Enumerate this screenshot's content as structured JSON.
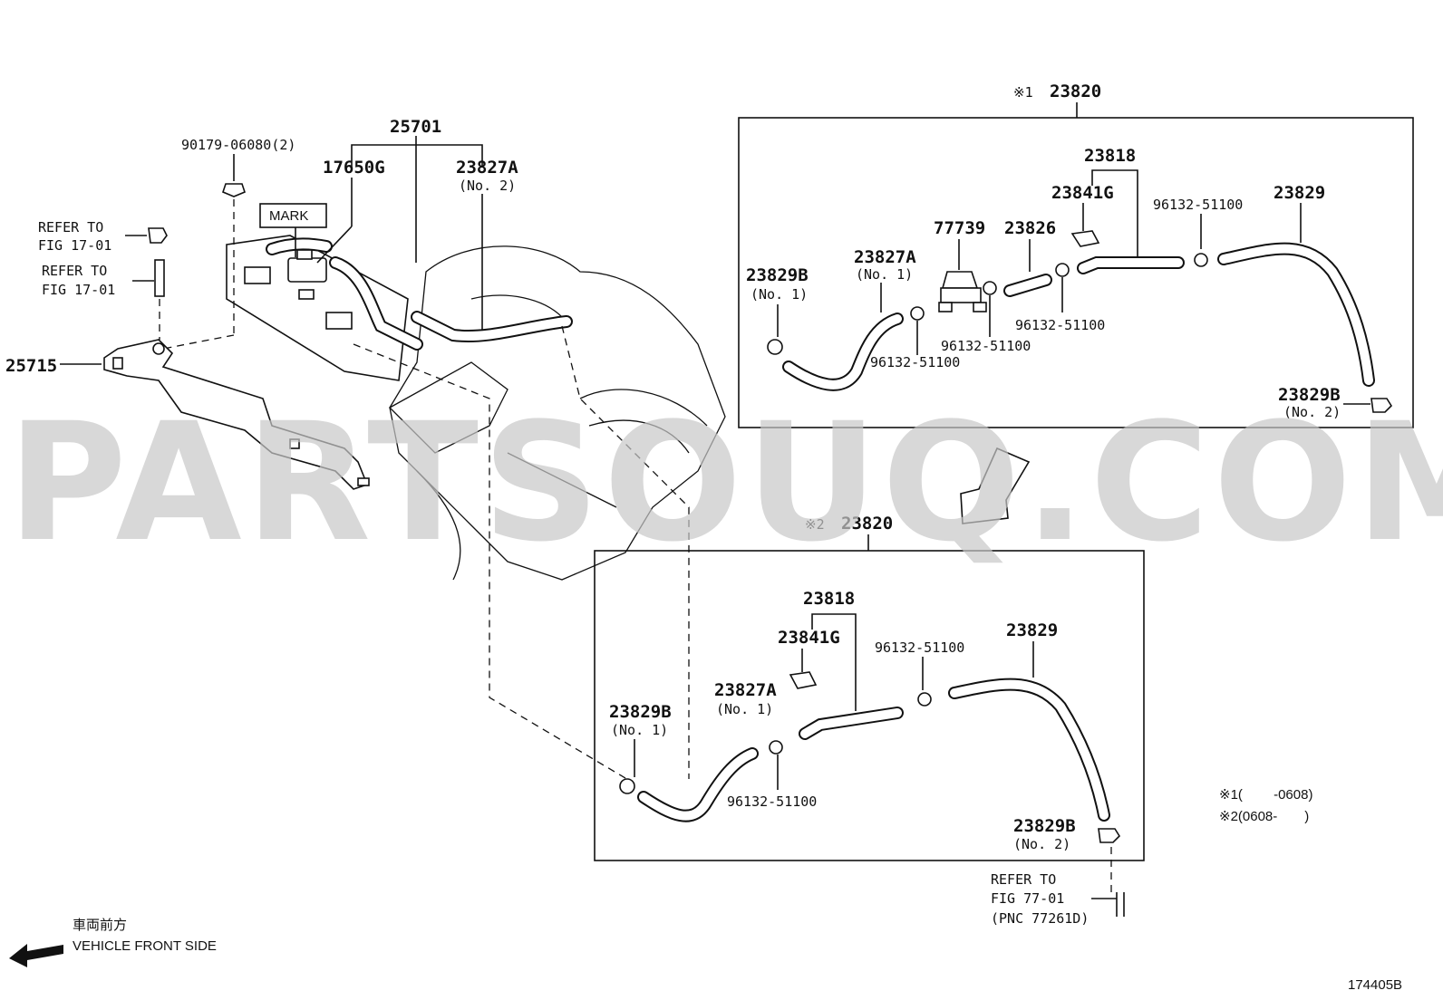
{
  "watermark": "PARTSOUQ.COM",
  "diagram_id": "174405B",
  "vehicle_front": {
    "label_jp": "車両前方",
    "label_en": "VEHICLE FRONT SIDE"
  },
  "notes": {
    "note1": "※1(　　 -0608)",
    "note2": "※2(0608-　　)"
  },
  "left_group": {
    "p25701": "25701",
    "p90179": "90179-06080(2)",
    "p17650g": "17650G",
    "p23827a": "23827A",
    "p23827a_sub": "(No. 2)",
    "mark": "MARK",
    "refer1_line1": "REFER TO",
    "refer1_line2": "FIG 17-01",
    "refer2_line1": "REFER TO",
    "refer2_line2": "FIG 17-01",
    "p25715": "25715"
  },
  "box1": {
    "title_mark": "※1",
    "title": "23820",
    "p23818": "23818",
    "p23841g": "23841G",
    "p96132_top": "96132-51100",
    "p23829": "23829",
    "p77739": "77739",
    "p23826": "23826",
    "p23827a": "23827A",
    "p23827a_sub": "(No. 1)",
    "p23829b": "23829B",
    "p23829b_sub": "(No. 1)",
    "p96132_a": "96132-51100",
    "p96132_b": "96132-51100",
    "p96132_c": "96132-51100",
    "p23829b2": "23829B",
    "p23829b2_sub": "(No. 2)"
  },
  "box2": {
    "title_mark": "※2",
    "title": "23820",
    "p23818": "23818",
    "p23841g": "23841G",
    "p96132_top": "96132-51100",
    "p23829": "23829",
    "p23827a": "23827A",
    "p23827a_sub": "(No. 1)",
    "p23829b": "23829B",
    "p23829b_sub": "(No. 1)",
    "p96132_low": "96132-51100",
    "p23829b2": "23829B",
    "p23829b2_sub": "(No. 2)",
    "refer_line1": "REFER TO",
    "refer_line2": "FIG 77-01",
    "refer_line3": "(PNC 77261D)"
  }
}
